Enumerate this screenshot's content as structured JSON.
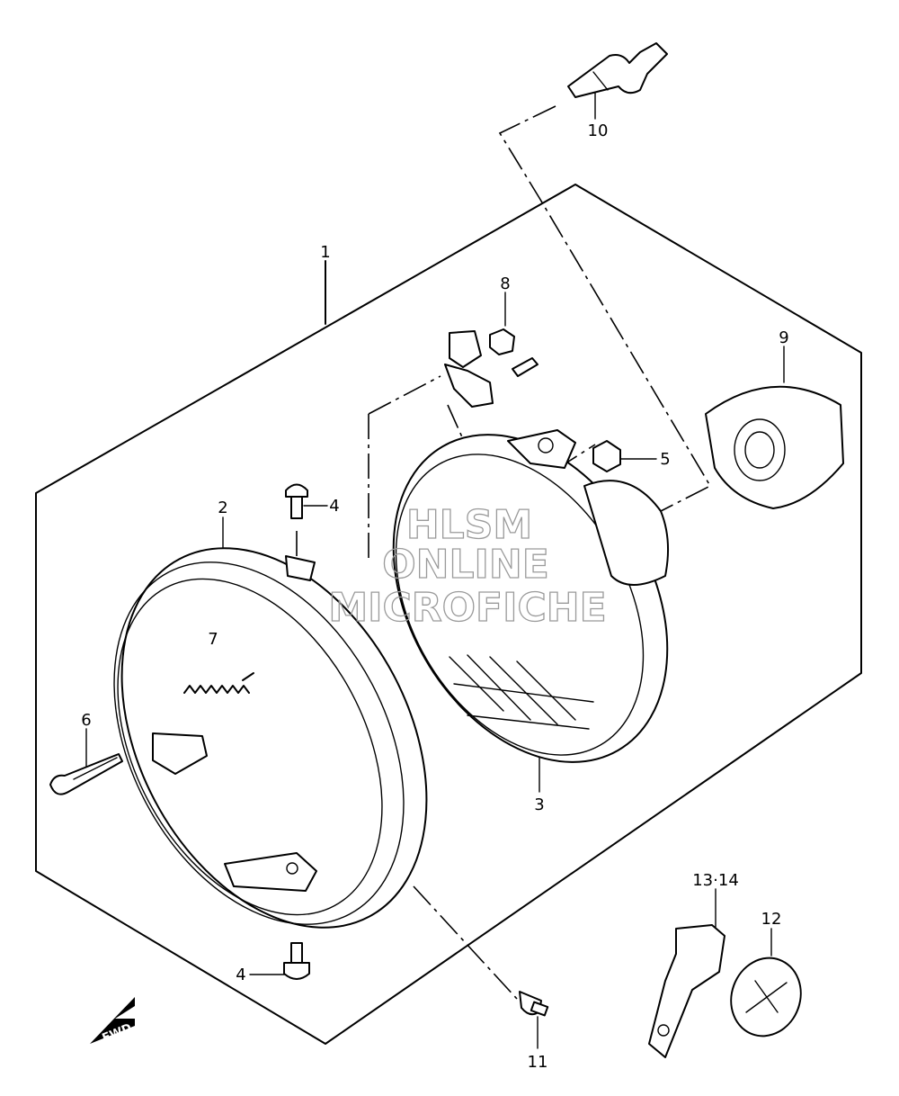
{
  "watermark": {
    "line1": "HLSM",
    "line2": "ONLINE",
    "line3": "MICROFICHE"
  },
  "callouts": {
    "c1": "1",
    "c2": "2",
    "c3": "3",
    "c4a": "4",
    "c4b": "4",
    "c5": "5",
    "c6": "6",
    "c7": "7",
    "c8": "8",
    "c9": "9",
    "c10": "10",
    "c11": "11",
    "c12": "12",
    "c13_14": "13·14"
  },
  "fwd_label": "FWD"
}
